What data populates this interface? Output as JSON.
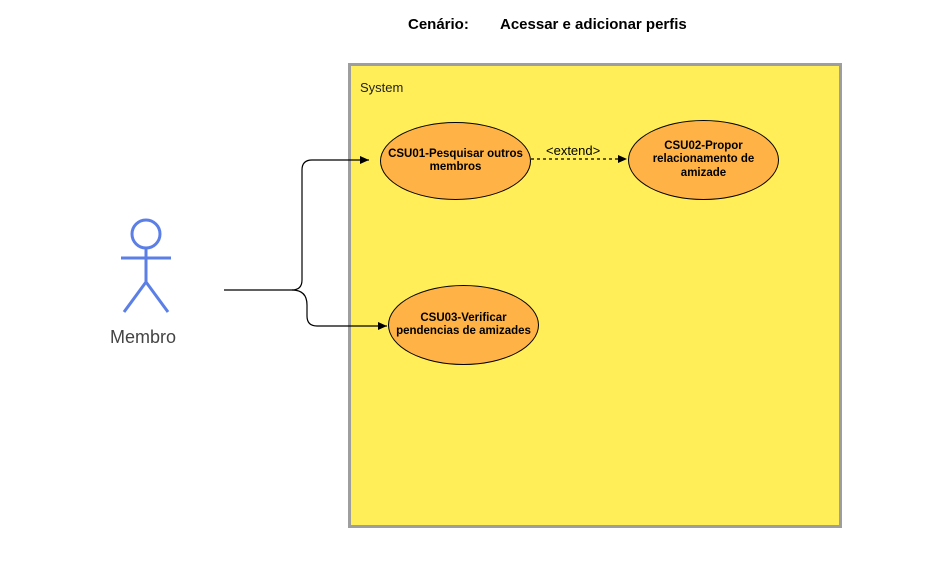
{
  "header": {
    "scenario_label": "Cenário:",
    "scenario_title": "Acessar e adicionar perfis"
  },
  "system": {
    "label": "System"
  },
  "actor": {
    "name": "Membro",
    "icon": "stick-figure-icon"
  },
  "use_cases": [
    {
      "id": "CSU01",
      "label": "CSU01-Pesquisar outros membros"
    },
    {
      "id": "CSU02",
      "label": "CSU02-Propor relacionamento de amizade"
    },
    {
      "id": "CSU03",
      "label": "CSU03-Verificar pendencias de amizades"
    }
  ],
  "relations": {
    "extend_label": "<extend>"
  },
  "colors": {
    "system_fill": "#ffee58",
    "system_border": "#9e9e9e",
    "use_case_fill": "#ffb347",
    "actor_stroke": "#5b7fe6"
  }
}
